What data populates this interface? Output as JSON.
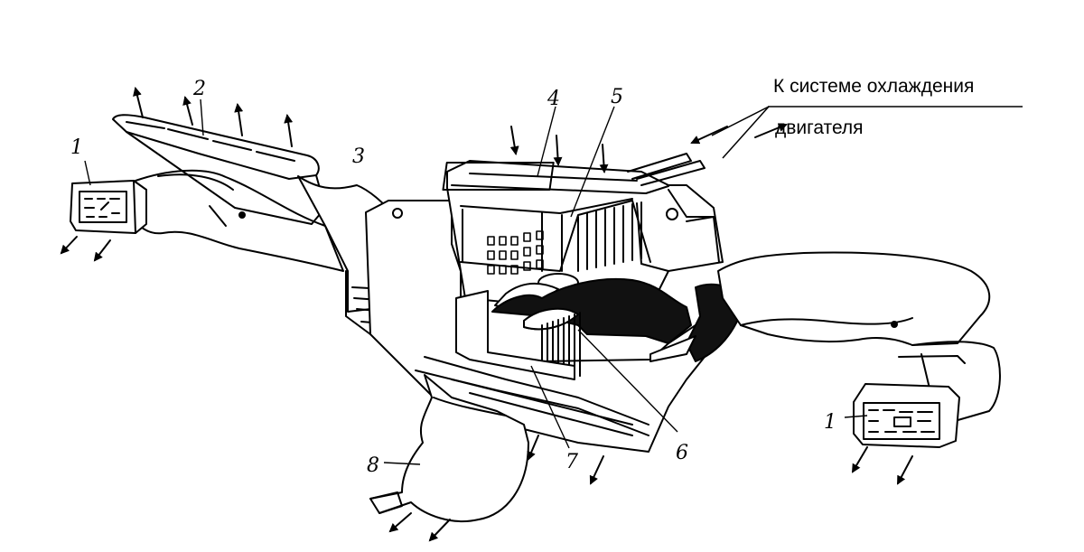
{
  "callout": {
    "line1": "К системе охлаждения",
    "line2": "двигателя"
  },
  "labels": {
    "l1_left": "1",
    "l1_right": "1",
    "l2": "2",
    "l3": "3",
    "l4": "4",
    "l5": "5",
    "l6": "6",
    "l7": "7",
    "l8": "8"
  }
}
